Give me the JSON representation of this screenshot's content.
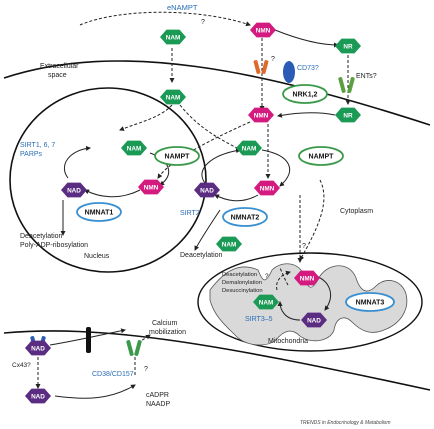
{
  "labels": {
    "enampt": "eNAMPT",
    "q_enampt": "?",
    "extracellular": [
      "Extracellular",
      "space"
    ],
    "cd73": "CD73?",
    "q_cd73": "?",
    "ents": "ENTs?",
    "nrk": "NRK1,2",
    "sirt_nuc": [
      "SIRT1, 6, 7",
      "PARPs"
    ],
    "deacetyl_nuc": [
      "Deacetylation",
      "Poly-ADP-ribosylation"
    ],
    "nucleus": "Nucleus",
    "sirt2": "SIRT2",
    "deacetyl_cyto": "Deacetylation",
    "cytoplasm": "Cytoplasm",
    "q_mito": "?",
    "q_mito2": "?",
    "mito_reactions": [
      "Deacetylation",
      "Demalonylation",
      "Desuccinylation"
    ],
    "sirt35": "SIRT3–5",
    "mitochondria": "Mitochondria",
    "calcium": [
      "Calcium",
      "mobilization"
    ],
    "cx43": "Cx43?",
    "cd38": "CD38/CD157",
    "q_calcium": "?",
    "cadpr": [
      "cADPR",
      "NAADP"
    ],
    "credit": "TRENDS in Endocrinology & Metabolism"
  },
  "molecules": {
    "nam": "NAM",
    "nmn": "NMN",
    "nr": "NR",
    "nad": "NAD"
  },
  "enzymes": {
    "nampt": "NAMPT",
    "nmnat1": "NMNAT1",
    "nmnat2": "NMNAT2",
    "nmnat3": "NMNAT3"
  },
  "colors": {
    "nam": "#1a9a55",
    "nmn": "#d4197f",
    "nr": "#1a9a55",
    "nad": "#5b2d82",
    "enzyme_green": "#3a9a4a",
    "enzyme_blue": "#3a8fd0",
    "label_blue": "#2a6db5",
    "cd73": "#2a5bb5",
    "channel_orange": "#e06a2a",
    "ent_green": "#5aa040"
  }
}
